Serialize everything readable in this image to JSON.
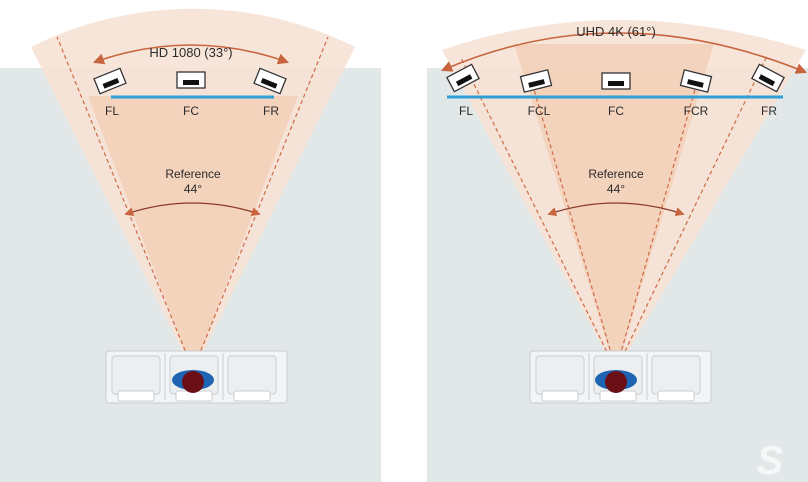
{
  "panels": [
    {
      "id": "hd",
      "arc_label": "HD 1080 (33°)",
      "reference_label": "Reference",
      "reference_angle": "44°",
      "speakers": [
        "FL",
        "FC",
        "FR"
      ]
    },
    {
      "id": "uhd",
      "arc_label": "UHD 4K (61°)",
      "reference_label": "Reference",
      "reference_angle": "44°",
      "speakers": [
        "FL",
        "FCL",
        "FC",
        "FCR",
        "FR"
      ]
    }
  ],
  "watermark": "S",
  "colors": {
    "room": "#e2e7e8",
    "wide_cone": "#f7e3d6",
    "reference_cone": "#f3d0b8",
    "screen": "#2f9fd8",
    "arrow": "#c8653f",
    "dashed": "#cf6a45",
    "listener": "#6b0f17",
    "listener_shadow": "#1f63b3",
    "speaker_fill": "#ffffff",
    "speaker_stroke": "#333333",
    "seat_fill": "#f3f4f5",
    "seat_stroke": "#c9ced1"
  }
}
